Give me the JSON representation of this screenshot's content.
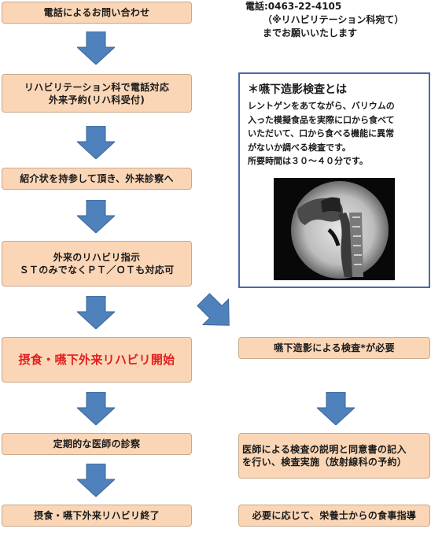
{
  "contact": {
    "phone": "電話:0463-22-4105",
    "dept_note": "（※リハビリテーション科宛て）",
    "request": "までお願いいたします"
  },
  "left_flow": {
    "step1": "電話によるお問い合わせ",
    "step2_line1": "リハビリテーション科で電話対応",
    "step2_line2": "外来予約(リハ科受付)",
    "step3": "紹介状を持参して頂き、外来診察へ",
    "step4_line1": "外来のリハビリ指示",
    "step4_line2": "ＳＴのみでなくＰＴ／ＯＴも対応可",
    "step5": "摂食・嚥下外来リハビリ開始",
    "step6": "定期的な医師の診察",
    "step7": "摂食・嚥下外来リハビリ終了"
  },
  "info": {
    "title": "＊嚥下造影検査とは",
    "lines": [
      "レントゲンをあてながら、バリウムの",
      "入った模擬食品を実際に口から食べて",
      "いただいて、口から食べる機能に異常",
      "がないか調べる検査です。",
      "所要時間は３０～４０分です。"
    ]
  },
  "right_flow": {
    "step1": "嚥下造影による検査*が必要",
    "step2_line1": "医師による検査の説明と同意書の記入",
    "step2_line2": "を行い、検査実施（放射線科の予約）",
    "step3": "必要に応じて、栄養士からの食事指導"
  },
  "colors": {
    "box_fill": "#fbd6b6",
    "box_border": "#c9a98c",
    "arrow": "#4f81bd",
    "start_text": "#e02020",
    "info_border": "#4a6aa8"
  }
}
